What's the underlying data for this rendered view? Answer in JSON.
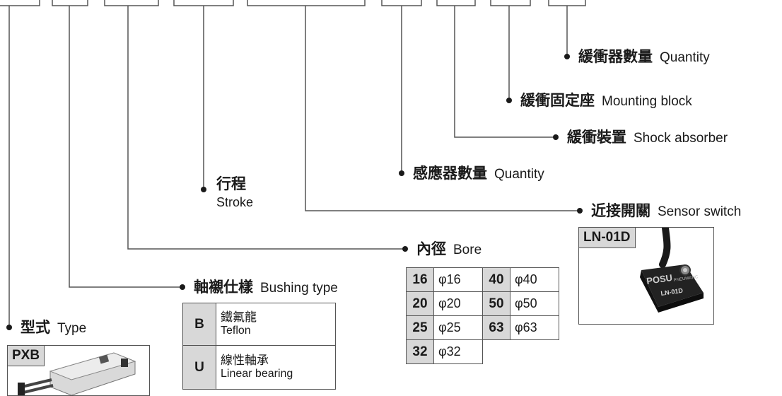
{
  "labels": {
    "buffer_qty": {
      "zh": "緩衝器數量",
      "en": "Quantity"
    },
    "mount_block": {
      "zh": "緩衝固定座",
      "en": "Mounting block"
    },
    "shock": {
      "zh": "緩衝裝置",
      "en": "Shock absorber"
    },
    "sensor_qty": {
      "zh": "感應器數量",
      "en": "Quantity"
    },
    "stroke": {
      "zh": "行程",
      "en": "Stroke"
    },
    "sensor_switch": {
      "zh": "近接開關",
      "en": "Sensor switch"
    },
    "bore": {
      "zh": "內徑",
      "en": "Bore"
    },
    "bushing": {
      "zh": "軸襯仕樣",
      "en": "Bushing type"
    },
    "type": {
      "zh": "型式",
      "en": "Type"
    }
  },
  "bore_table": [
    [
      {
        "code": "16",
        "val": "φ16"
      },
      {
        "code": "40",
        "val": "φ40"
      }
    ],
    [
      {
        "code": "20",
        "val": "φ20"
      },
      {
        "code": "50",
        "val": "φ50"
      }
    ],
    [
      {
        "code": "25",
        "val": "φ25"
      },
      {
        "code": "63",
        "val": "φ63"
      }
    ],
    [
      {
        "code": "32",
        "val": "φ32"
      }
    ]
  ],
  "bushing_table": [
    {
      "code": "B",
      "zh": "鐵氟龍",
      "en": "Teflon"
    },
    {
      "code": "U",
      "zh": "線性軸承",
      "en": "Linear bearing"
    }
  ],
  "sensor_photo": {
    "tag": "LN-01D",
    "brand": "POSU",
    "brand_sub": "PNEUMATIC",
    "model": "LN-01D"
  },
  "type_photo": {
    "tag": "PXB"
  }
}
